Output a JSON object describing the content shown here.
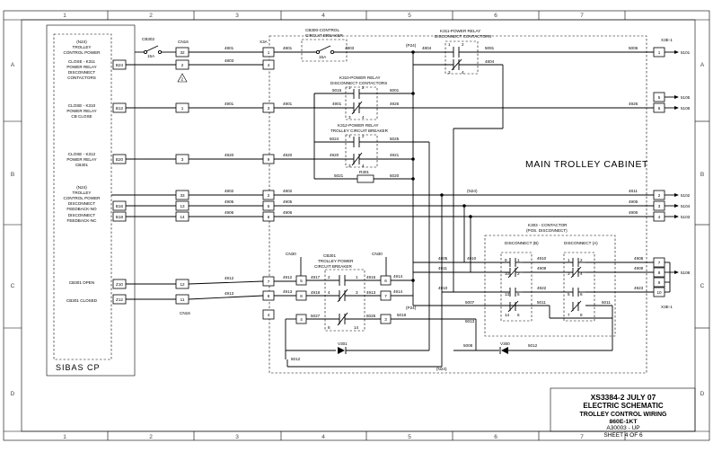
{
  "grid": {
    "columns": [
      "1",
      "2",
      "3",
      "4",
      "5",
      "6",
      "7"
    ],
    "rows": [
      "A",
      "B",
      "C",
      "D"
    ]
  },
  "titles": {
    "main_cabinet": "MAIN TROLLEY CABINET",
    "sibas": "SIBAS CP"
  },
  "title_block": {
    "doc_number": "XS3384-2 JULY 07",
    "type": "ELECTRIC SCHEMATIC",
    "subject": "TROLLEY CONTROL WIRING",
    "model": "860E-1KT",
    "drawing": "A30003 - UP",
    "sheet": "SHEET 4 OF 6"
  },
  "sibas_labels": [
    [
      "(N24)",
      "TROLLEY",
      "CONTROL POWER"
    ],
    [
      "CLOSE - K311",
      "POWER RELAY",
      "DISCONNECT",
      "CONTACTORS"
    ],
    [
      "CLOSE - K310",
      "POWER RELAY",
      "CB CLOSE"
    ],
    [
      "CLOSE - K312",
      "POWER RELAY",
      "CB301"
    ],
    [
      "(N24)",
      "TROLLEY",
      "CONTROL POWER"
    ],
    [
      "DISCONNECT",
      "FEEDBACK-NO"
    ],
    [
      "DISCONNECT",
      "FEEDBACK-NC"
    ],
    [
      "CB301 OPEN"
    ],
    [
      "CB301 CLOSED"
    ]
  ],
  "pins": [
    "B24",
    "B12",
    "B20",
    "B16",
    "B18",
    "Z10",
    "Z12"
  ],
  "connectors": {
    "cn16": "CN16",
    "cn16_bottom": "CN16",
    "x3a": "X3A",
    "x3e_top": "X3E-1",
    "x3e_bottom": "X3E-1",
    "cn30": "CN30",
    "cn30_2": "CN30",
    "cn16_pins": [
      "32",
      "2",
      "1",
      "3",
      "33",
      "13",
      "14",
      "12",
      "11"
    ],
    "x3a_pins": [
      "1",
      "4",
      "3",
      "9",
      "2",
      "5",
      "6",
      "7",
      "8",
      "4"
    ],
    "x3e_pins": [
      "1",
      "5",
      "6",
      "2",
      "3",
      "4",
      "7",
      "8",
      "9",
      "10"
    ],
    "cn30_pins": [
      "5",
      "8",
      "6",
      "7",
      "3"
    ]
  },
  "components": {
    "cb302": "CB302",
    "cb302_rating": "15A",
    "cb300": [
      "CB300-CONTROL",
      "CIRCUIT BREAKER"
    ],
    "cb300_rating": "15A",
    "k311": [
      "K311-POWER RELAY",
      "DISCONNECT CONTACTORS"
    ],
    "k310": [
      "K310-POWER RELAY",
      "DISCONNECT CONTACTORS"
    ],
    "k312": [
      "K312-POWER RELAY",
      "TROLLEY CIRCUIT BREAKER"
    ],
    "cb301": [
      "CB301",
      "TROLLEY POWER",
      "CIRCUIT BREAKER"
    ],
    "k303": [
      "K303 - CONTACTOR",
      "(POS. DISCONNECT)"
    ],
    "disconnect_b": "DISCONNECT (B)",
    "disconnect_a": "DISCONNECT (A)",
    "r301": "R301",
    "v301": "V301",
    "v300": "V300",
    "note": "2"
  },
  "wires": {
    "w4801": "4801",
    "w4803": "4803",
    "w4804": "4804",
    "p24": "(P24)",
    "w5091": "5091",
    "w5006": "5006",
    "w5101": "5101",
    "w4901": "4901",
    "w4926": "4926",
    "w5015": "5015",
    "w5001": "5001",
    "w5105": "5105",
    "w5106": "5106",
    "w5024": "5024",
    "w5025": "5025",
    "w4920": "4920",
    "w4921": "4921",
    "w5021": "5021",
    "w5020": "5020",
    "n24": "(N24)",
    "w4802": "4802",
    "w4811": "4811",
    "w5102": "5102",
    "w4905": "4905",
    "w4906": "4906",
    "w5104": "5104",
    "w5103": "5103",
    "w4805": "4805",
    "w4908": "4908",
    "w4911": "4911",
    "w4909": "4909",
    "w5108": "5108",
    "w4912": "4912",
    "w4917": "4917",
    "w4916": "4916",
    "w4910": "4910",
    "w4922": "4922",
    "w4923": "4923",
    "w4913": "4913",
    "w4918": "4918",
    "w4914": "4914",
    "w5007": "5007",
    "w5011": "5011",
    "w5027": "5027",
    "w5026": "5026",
    "w5019": "5019",
    "w5013": "5013",
    "w5008": "5008",
    "w5012": "5012"
  },
  "contact_numbers": {
    "k311": [
      "1",
      "2",
      "3",
      "4"
    ],
    "k310": [
      "1",
      "2",
      "3",
      "4"
    ],
    "k312": [
      "1",
      "2",
      "3",
      "4"
    ],
    "cb301": [
      "2",
      "1",
      "4",
      "3",
      "8",
      "14"
    ],
    "disc_b": [
      "9",
      "1",
      "10",
      "2",
      "13",
      "5",
      "14",
      "6"
    ],
    "disc_a": [
      "1",
      "2",
      "3",
      "4",
      "5",
      "6",
      "7",
      "8"
    ]
  }
}
